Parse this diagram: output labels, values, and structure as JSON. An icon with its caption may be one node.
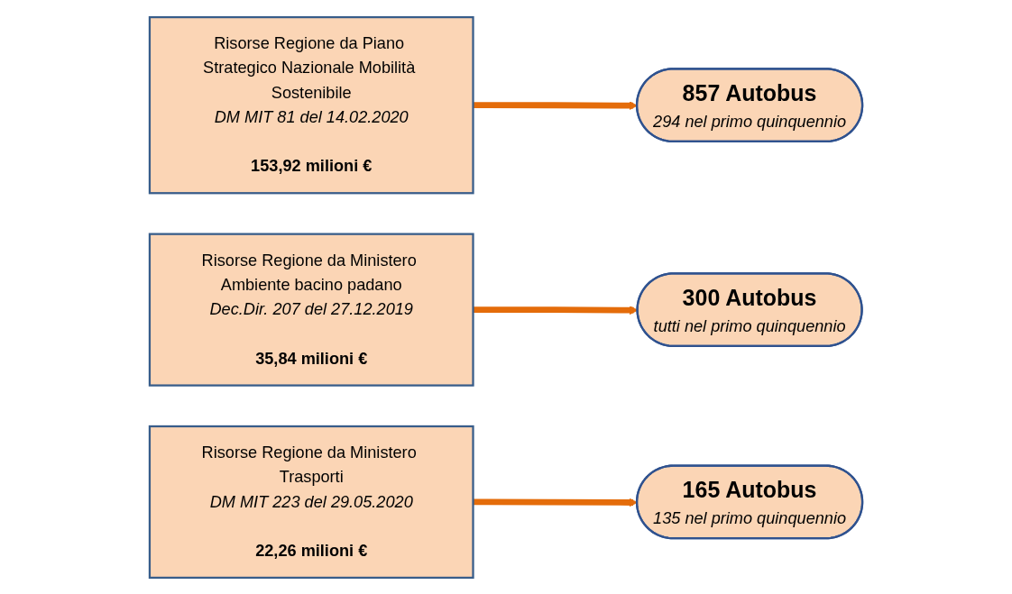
{
  "diagram": {
    "nodes": [
      {
        "text": [
          "Risorse Regione da Piano Strategico Nazionale Mobilità Sostenibile",
          "DM MIT 81 del 14.02.2020",
          "153,92 milioni €"
        ]
      },
      {
        "text": [
          "857 Autobus",
          "294 nel primo quinquennio"
        ]
      },
      {
        "text": [
          "Risorse Regione da Ministero Ambiente bacino padano",
          "Dec.Dir. 207 del 27.12.2019",
          "35,84 milioni €"
        ]
      },
      {
        "text": [
          "300 Autobus",
          "tutti nel primo quinquennio"
        ]
      },
      {
        "text": [
          "Risorse Regione da Ministero Trasporti",
          "DM MIT 223 del 29.05.2020",
          "22,26 milioni €"
        ]
      },
      {
        "text": [
          "165 Autobus",
          "135 nel primo quinquennio"
        ]
      }
    ],
    "edges": [
      {
        "from": 0,
        "to": 1,
        "arrow": "to"
      },
      {
        "from": 2,
        "to": 3,
        "arrow": "to"
      },
      {
        "from": 4,
        "to": 5,
        "arrow": "to"
      }
    ]
  }
}
